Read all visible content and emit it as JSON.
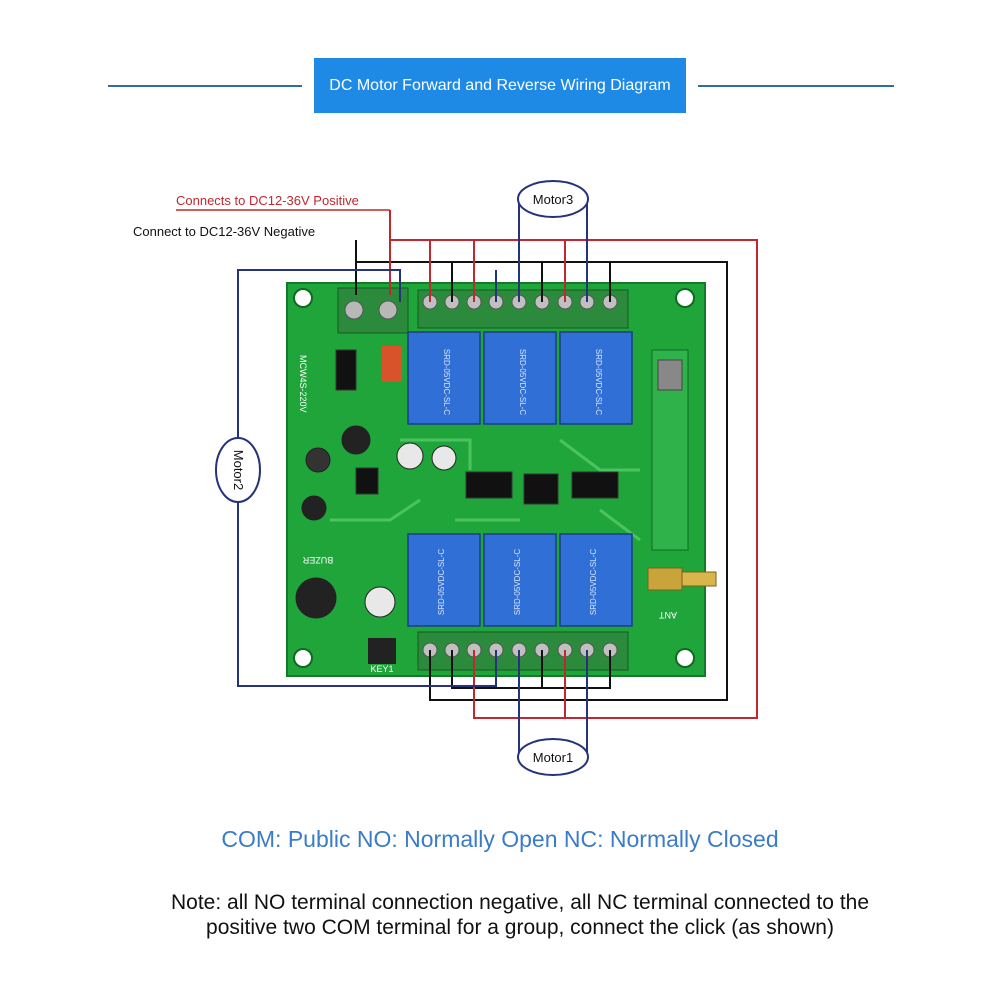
{
  "header": {
    "title": "DC Motor Forward and Reverse Wiring Diagram"
  },
  "labels": {
    "positive": "Connects to DC12-36V Positive",
    "negative": "Connect to DC12-36V Negative",
    "motor1": "Motor1",
    "motor2": "Motor2",
    "motor3": "Motor3"
  },
  "board": {
    "model": "MCW4S-220V",
    "buzzer": "BUZER",
    "antenna": "ANT",
    "key": "KEY1",
    "relay_text": "SRD-05VDC-SL-C"
  },
  "legend": "COM: Public NO: Normally Open NC: Normally Closed",
  "note": "Note: all NO terminal connection negative, all NC terminal connected to the positive two COM terminal for a group, connect the click (as shown)",
  "colors": {
    "positive": "#c0282d",
    "negative": "#111111",
    "motor": "#24337a",
    "board": "#1fa53a",
    "title_bg": "#1f8ae6"
  }
}
